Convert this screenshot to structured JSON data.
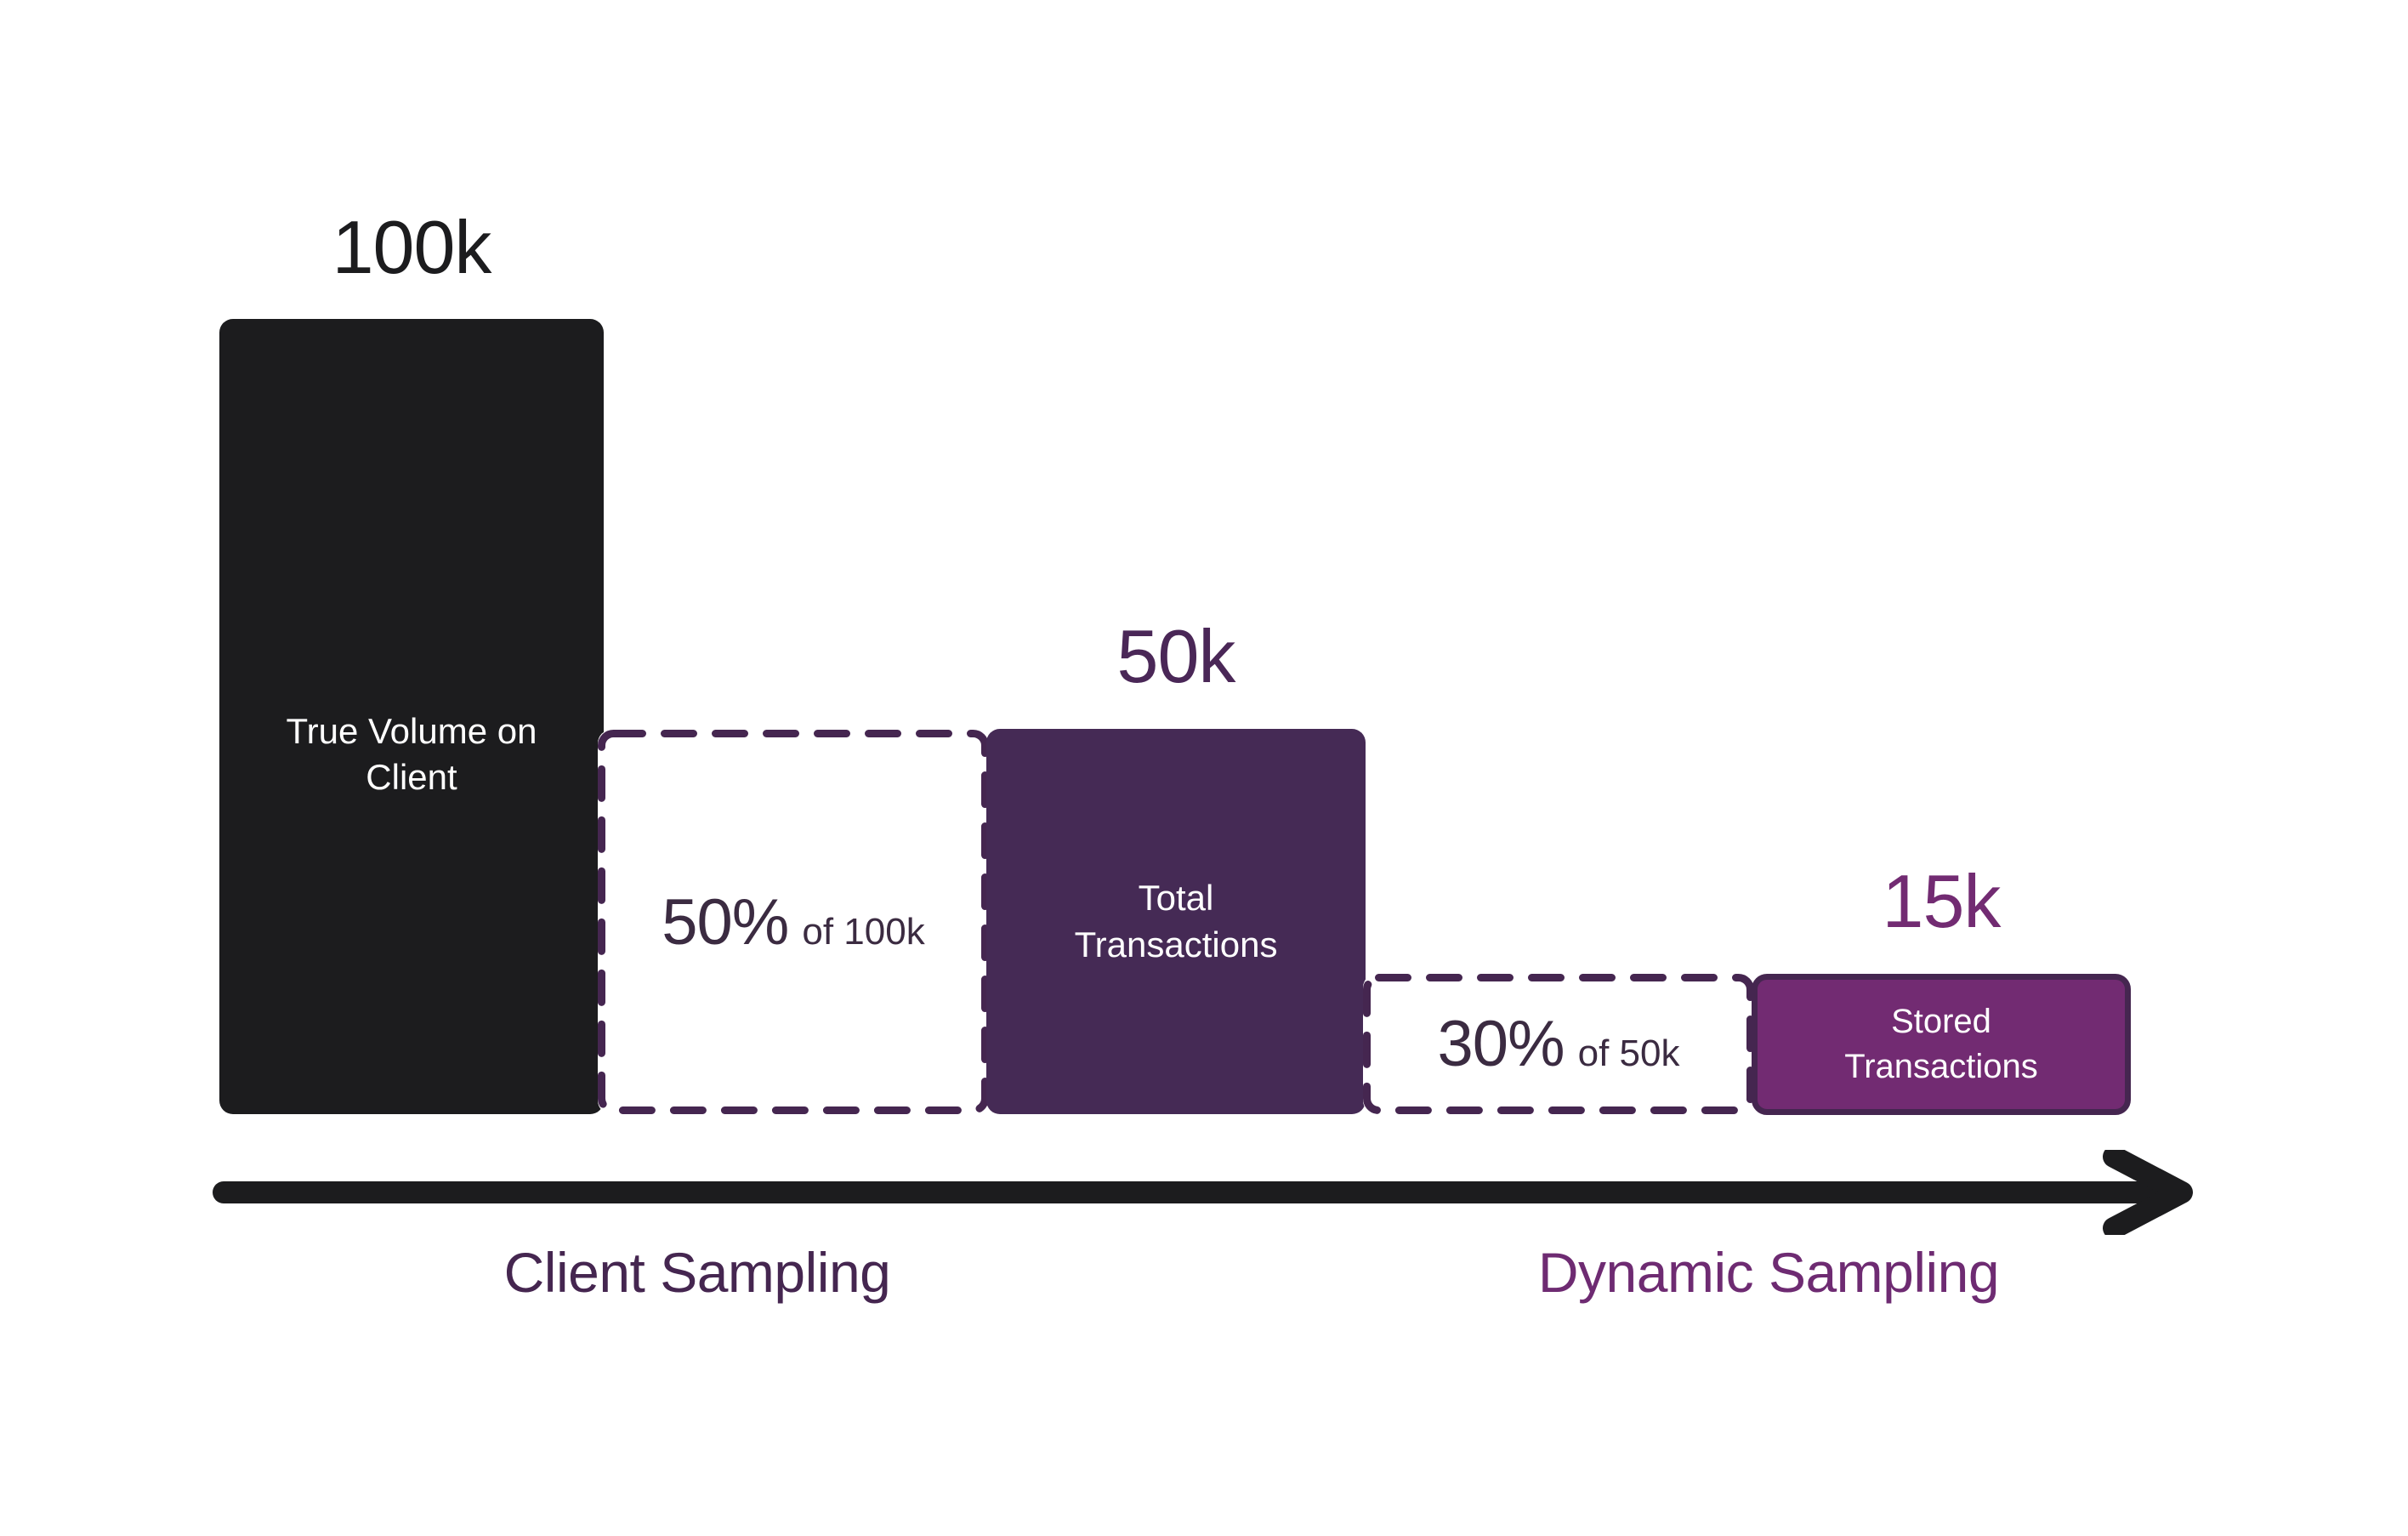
{
  "chart_data": {
    "type": "bar",
    "title": "",
    "categories": [
      "True Volume on Client",
      "Total Transactions",
      "Stored Transactions"
    ],
    "values": [
      100000,
      50000,
      15000
    ],
    "value_labels": [
      "100k",
      "50k",
      "15k"
    ],
    "xlabel": "",
    "ylabel": "",
    "ylim": [
      0,
      100000
    ],
    "grid": false,
    "legend": "none",
    "annotations": [
      {
        "stage": "Client Sampling",
        "rate_pct": 50,
        "rate_label": "50%",
        "of_label": "of 100k",
        "from": 100000,
        "to": 50000
      },
      {
        "stage": "Dynamic Sampling",
        "rate_pct": 30,
        "rate_label": "30%",
        "of_label": "of 50k",
        "from": 50000,
        "to": 15000
      }
    ]
  },
  "bars": {
    "true_volume": {
      "value_label": "100k",
      "name_line1": "True Volume on",
      "name_line2": "Client",
      "color": "#1C1C1E"
    },
    "total_transactions": {
      "value_label": "50k",
      "name_line1": "Total",
      "name_line2": "Transactions",
      "color": "#452A55"
    },
    "stored_transactions": {
      "value_label": "15k",
      "name_line1": "Stored",
      "name_line2": "Transactions",
      "color": "#722B72"
    }
  },
  "reductions": {
    "client": {
      "percent": "50%",
      "of_text": "of 100k",
      "border_color": "#452650"
    },
    "dynamic": {
      "percent": "30%",
      "of_text": "of 50k",
      "border_color": "#452650"
    }
  },
  "axis": {
    "arrow_color": "#1C1C1E",
    "captions": {
      "client_sampling": "Client Sampling",
      "dynamic_sampling": "Dynamic Sampling"
    },
    "caption_colors": {
      "client_sampling": "#452650",
      "dynamic_sampling": "#6E2B72"
    }
  }
}
